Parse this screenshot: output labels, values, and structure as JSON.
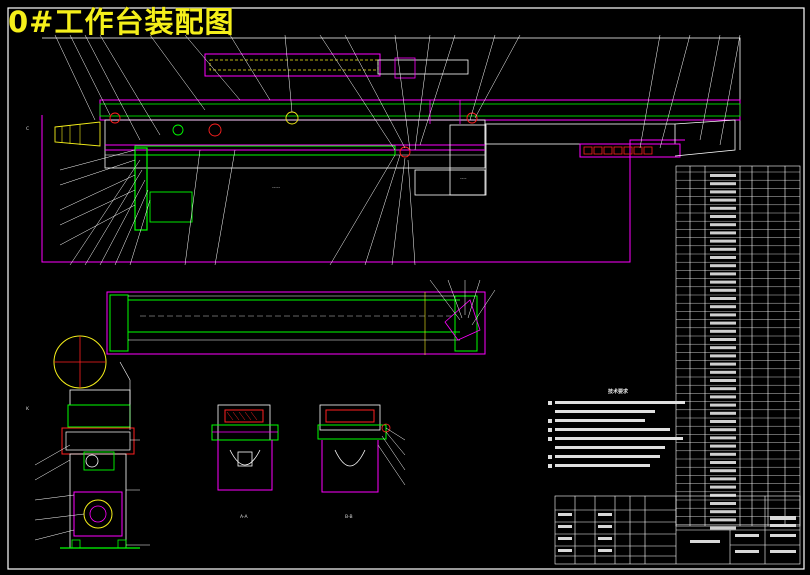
{
  "title": "0#工作台装配图",
  "colors": {
    "background": "#000000",
    "frame": "#ffffff",
    "green": "#00ff00",
    "magenta": "#ff00ff",
    "yellow": "#f5ef1a",
    "red": "#ff2020",
    "cyan": "#00ffff"
  },
  "notes": {
    "heading": "技术要求"
  },
  "section_labels": {
    "a": "A-A",
    "b": "B-B"
  }
}
